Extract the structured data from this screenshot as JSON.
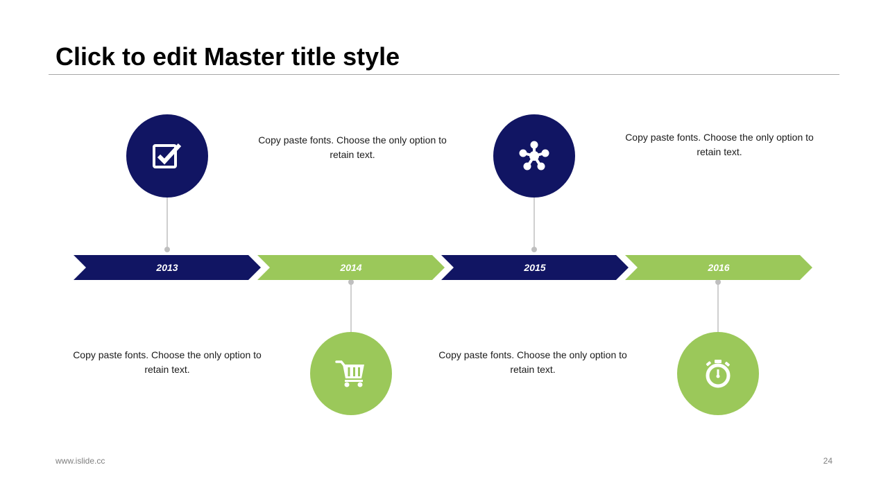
{
  "slide": {
    "title": "Click to edit Master title style",
    "footer_url": "www.islide.cc",
    "page_number": "24"
  },
  "colors": {
    "navy": "#111563",
    "green": "#9bc85a",
    "connector": "#bfbfbf"
  },
  "timeline": [
    {
      "year": "2013",
      "color": "navy",
      "icon": "checkbox-icon",
      "description": "Copy paste fonts. Choose the only option to retain text."
    },
    {
      "year": "2014",
      "color": "green",
      "icon": "shopping-cart-icon",
      "description": "Copy paste fonts. Choose the only option to retain text."
    },
    {
      "year": "2015",
      "color": "navy",
      "icon": "network-nodes-icon",
      "description": "Copy paste fonts. Choose the only option to retain text."
    },
    {
      "year": "2016",
      "color": "green",
      "icon": "stopwatch-icon",
      "description": "Copy paste fonts. Choose the only option to retain text."
    }
  ]
}
